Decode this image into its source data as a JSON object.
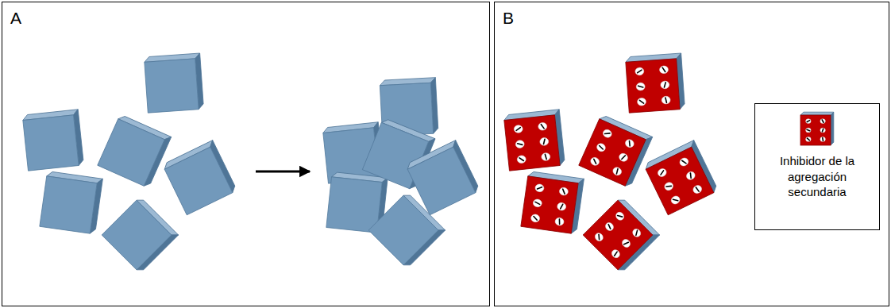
{
  "diagram": {
    "nodes": [
      {
        "text": [
          "A"
        ]
      },
      {
        "text": [
          "B"
        ]
      },
      {
        "text": [
          "Inhibidor de la agregación secundaria"
        ],
        "in": 1
      }
    ]
  }
}
